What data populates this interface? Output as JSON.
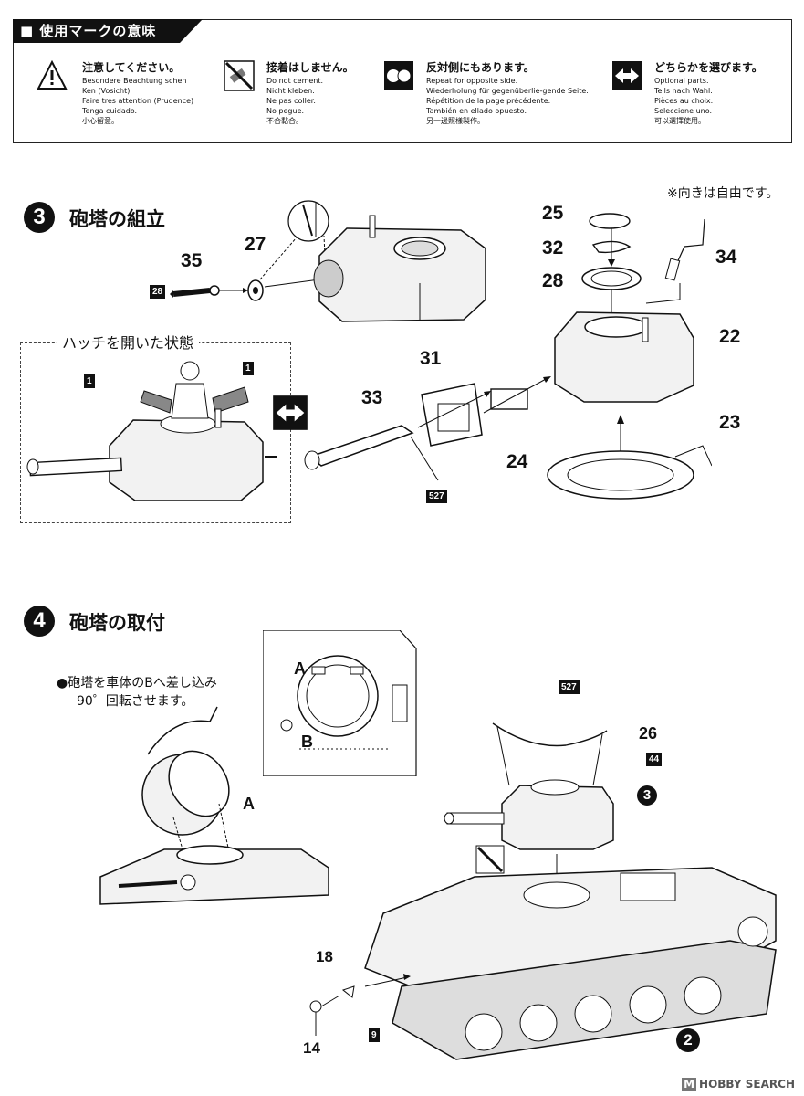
{
  "legend": {
    "title": "使用マークの意味",
    "items": [
      {
        "icon": "warning-icon",
        "jp": "注意してください。",
        "lines": [
          "Besondere Beachtung schen",
          "Ken (Vosicht)",
          "Faire tres attention (Prudence)",
          "Tenga cuidado.",
          "小心留意。"
        ]
      },
      {
        "icon": "no-glue-icon",
        "jp": "接着はしません。",
        "lines": [
          "Do not cement.",
          "Nicht kleben.",
          "Ne pas coller.",
          "No pegue.",
          "不合黏合。"
        ]
      },
      {
        "icon": "opposite-side-icon",
        "jp": "反対側にもあります。",
        "lines": [
          "Repeat for opposite side.",
          "Wiederholung für gegenüberlie-gende Seite.",
          "Répétition de la page précédente.",
          "También en ellado opuesto.",
          "另一邊照樣製作。"
        ]
      },
      {
        "icon": "choose-either-icon",
        "jp": "どちらかを選びます。",
        "lines": [
          "Optional parts.",
          "Teils nach Wahl.",
          "Pièces au choix.",
          "Seleccione uno.",
          "可以選擇使用。"
        ]
      }
    ]
  },
  "step3": {
    "number": "3",
    "title": "砲塔の組立",
    "note": "※向きは自由です。",
    "hatch_caption": "ハッチを開いた状態",
    "parts": {
      "p35": "35",
      "p27": "27",
      "p25": "25",
      "p32": "32",
      "p28": "28",
      "p34": "34",
      "p22": "22",
      "p23": "23",
      "p31": "31",
      "p33": "33",
      "p24": "24"
    },
    "tags": {
      "t28": "28",
      "t1a": "1",
      "t1b": "1",
      "t527": "527"
    }
  },
  "step4": {
    "number": "4",
    "title": "砲塔の取付",
    "instruction_line1": "●砲塔を車体のBへ差し込み",
    "instruction_line2": "90゜回転させます。",
    "labels": {
      "a1": "A",
      "a2": "A",
      "b": "B"
    },
    "parts": {
      "p26": "26",
      "p18": "18",
      "p14": "14"
    },
    "tags": {
      "t527": "527",
      "t44": "44",
      "t9": "9"
    },
    "step_refs": {
      "s3": "3",
      "s2": "2"
    }
  },
  "watermark": "HOBBY SEARCH",
  "watermark_prefix": "M"
}
